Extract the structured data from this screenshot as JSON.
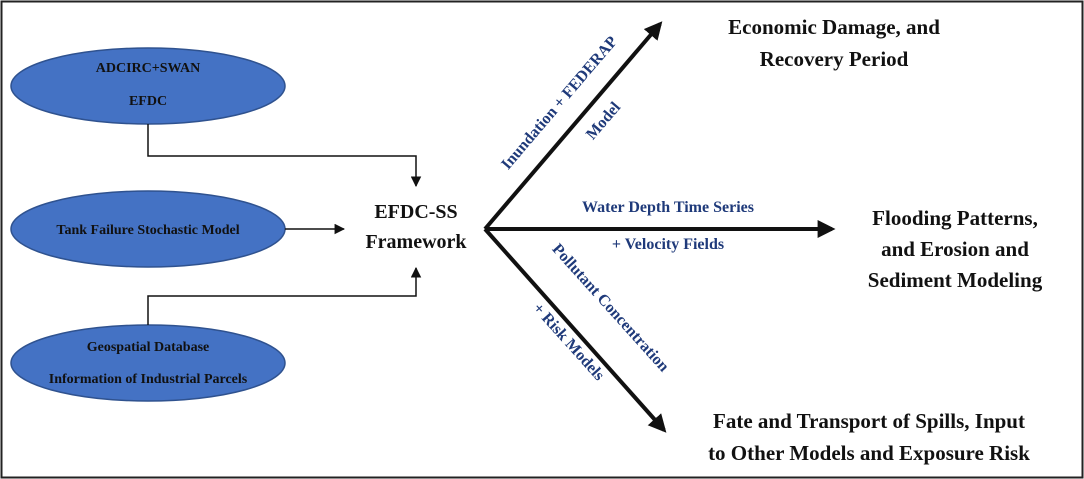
{
  "colors": {
    "ellipse_fill": "#4472c4",
    "ellipse_stroke": "#2f528f",
    "label_blue": "#1f3a7a",
    "text": "#111111"
  },
  "inputs": {
    "model_input": {
      "line1": "ADCIRC+SWAN",
      "line2": "EFDC"
    },
    "tank_model": {
      "line1": "Tank Failure Stochastic Model"
    },
    "geo_db": {
      "line1": "Geospatial Database",
      "line2": "Information of Industrial Parcels"
    }
  },
  "center": {
    "line1": "EFDC-SS",
    "line2": "Framework"
  },
  "arrows": {
    "upper": {
      "line1": "Inundation + FEDERAP",
      "line2": "Model"
    },
    "middle": {
      "line1": "Water Depth Time Series",
      "line2": "+ Velocity Fields"
    },
    "lower": {
      "line1": "Pollutant Concentration",
      "line2": "+ Risk Models"
    }
  },
  "outputs": {
    "economic": {
      "line1": "Economic Damage, and",
      "line2": "Recovery Period"
    },
    "flooding": {
      "line1": "Flooding Patterns,",
      "line2": "and Erosion and",
      "line3": "Sediment Modeling"
    },
    "fate": {
      "line1": "Fate and Transport of Spills, Input",
      "line2": "to Other Models and Exposure Risk"
    }
  }
}
